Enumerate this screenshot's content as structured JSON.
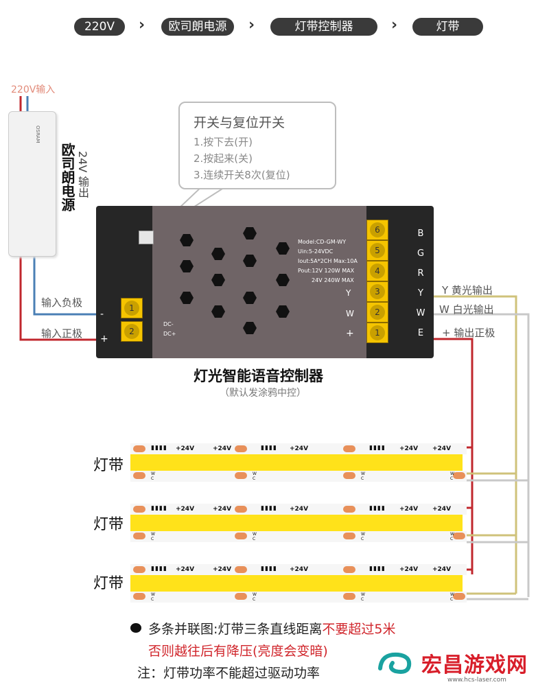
{
  "flow": [
    "220V",
    "欧司朗电源",
    "灯带控制器",
    "灯带"
  ],
  "psu": {
    "input_label": "220V输入",
    "output_label": "24V 输出",
    "name": "欧司朗电源",
    "brand": "OSRAM"
  },
  "callout": {
    "title": "开关与复位开关",
    "steps": [
      "1.按下去(开)",
      "2.按起来(关)",
      "3.连续开关8次(复位)"
    ]
  },
  "controller": {
    "model_lines": [
      "Model:CD-GM-WY",
      "Uin:5-24VDC",
      "Iout:5A*2CH  Max:10A",
      "Pout:12V 120W MAX",
      "24V 240W MAX"
    ],
    "side_marks": [
      "Y",
      "W",
      "+"
    ],
    "input_pins": [
      "DC-",
      "DC+"
    ],
    "input_terms": [
      "1",
      "2"
    ],
    "input_signs": [
      "-",
      "+"
    ],
    "output_terms": [
      "6",
      "5",
      "4",
      "3",
      "2",
      "1"
    ],
    "output_letters": [
      "B",
      "G",
      "R",
      "Y",
      "W",
      "E"
    ],
    "title": "灯光智能语音控制器",
    "subtitle": "（默认发涂鸦中控）"
  },
  "wires": {
    "neg_in": "输入负极",
    "pos_in": "输入正极",
    "y_out": "Y 黄光输出",
    "w_out": "W 白光输出",
    "pos_out": "+ 输出正极"
  },
  "strips": {
    "label": "灯带",
    "voltage": "+24V",
    "pad_w": "W",
    "pad_c": "C",
    "count": 3
  },
  "notes": {
    "bullet_prefix": "多条并联图:灯带三条直线距离",
    "bullet_red": "不要超过5米",
    "line2": "否则越往后有降压(亮度会变暗)",
    "line3": "注：灯带功率不能超过驱动功率"
  },
  "watermark": {
    "name": "宏昌游戏网",
    "url": "www.hcs-laser.com"
  },
  "colors": {
    "wire_red": "#c0272d",
    "wire_blue": "#4a7fb5",
    "wire_yellow": "#cfc27a",
    "wire_white": "#c8c8c8",
    "note_red": "#d0252b",
    "watermark_red": "#d81e2a",
    "strip_yellow": "#ffe21a"
  }
}
